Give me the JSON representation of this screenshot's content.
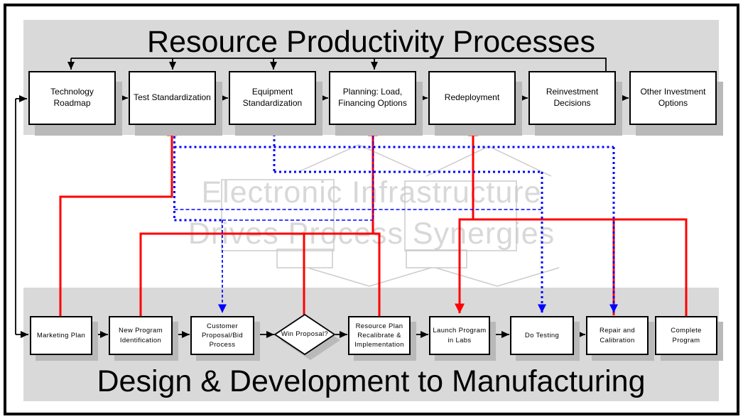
{
  "top_panel": {
    "title": "Resource Productivity Processes",
    "boxes": [
      {
        "label": "Technology Roadmap"
      },
      {
        "label": "Test Standardization"
      },
      {
        "label": "Equipment Standardization"
      },
      {
        "label": "Planning: Load, Financing Options"
      },
      {
        "label": "Redeployment"
      },
      {
        "label": "Reinvestment Decisions"
      },
      {
        "label": "Other Investment Options"
      }
    ]
  },
  "bottom_panel": {
    "title": "Design & Development to Manufacturing",
    "boxes": [
      {
        "label": "Marketing Plan"
      },
      {
        "label": "New Program Identification"
      },
      {
        "label": "Customer Proposal/Bid Process"
      },
      {
        "label": "Resource Plan Recalibrate & Implementation"
      },
      {
        "label": "Launch Program in Labs"
      },
      {
        "label": "Do Testing"
      },
      {
        "label": "Repair and Calibration"
      },
      {
        "label": "Complete Program"
      }
    ],
    "decision": {
      "label": "Win Proposal?"
    }
  },
  "watermark": {
    "line1": "Electronic Infrastructure",
    "line2": "Drives Process Synergies"
  },
  "colors": {
    "panel_gray": "#d9d9d9",
    "box_shadow_gray": "#b9b9b9",
    "flow_red": "#ff0000",
    "flow_blue": "#0000ff",
    "line_black": "#000000",
    "watermark_gray": "#d8d8d8",
    "box_fill": "#ffffff"
  }
}
